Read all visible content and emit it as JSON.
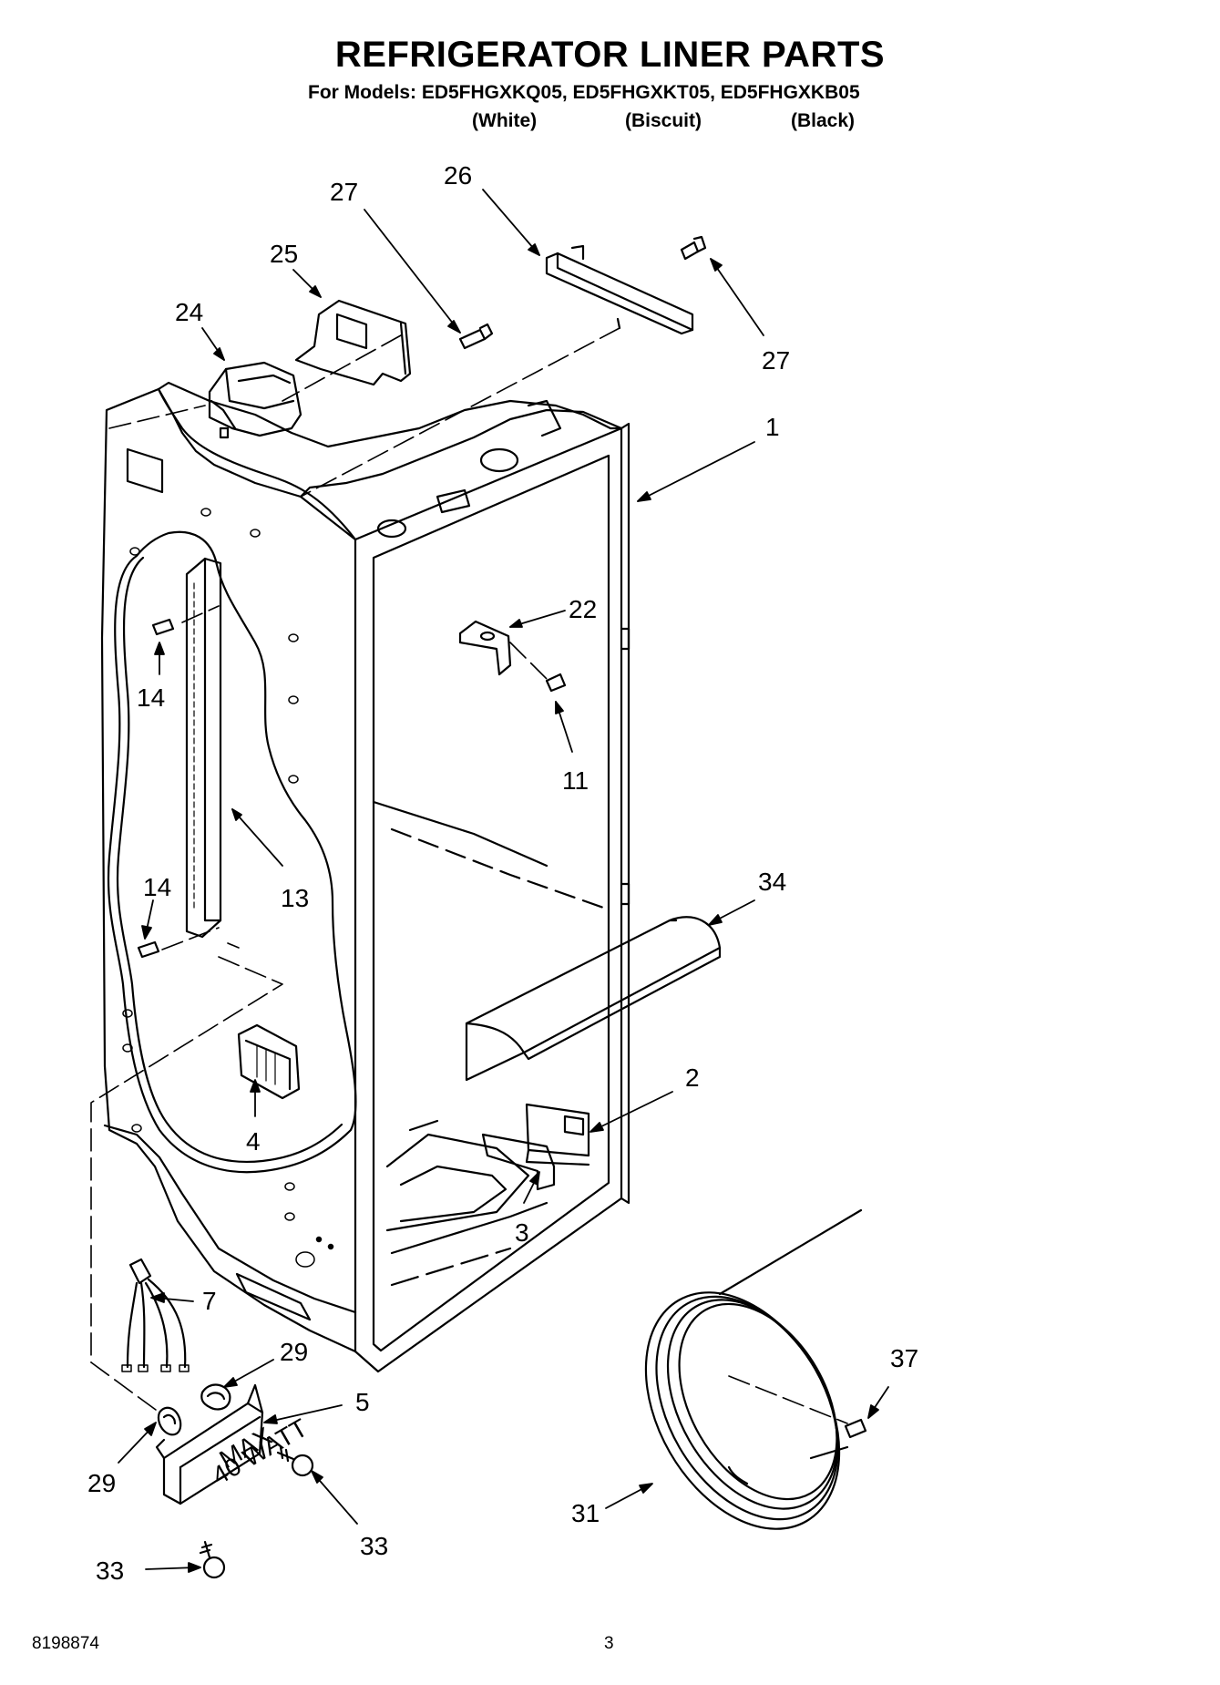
{
  "header": {
    "title": "REFRIGERATOR LINER PARTS",
    "models_line": "For Models: ED5FHGXKQ05, ED5FHGXKT05, ED5FHGXKB05",
    "colors": [
      "(White)",
      "(Biscuit)",
      "(Black)"
    ]
  },
  "diagram": {
    "callouts": [
      "27",
      "26",
      "25",
      "24",
      "27",
      "1",
      "22",
      "14",
      "11",
      "13",
      "14",
      "34",
      "4",
      "2",
      "3",
      "7",
      "29",
      "5",
      "37",
      "29",
      "33",
      "31",
      "33"
    ],
    "lamp_label": [
      "MAX",
      "40 WATT"
    ]
  },
  "footer": {
    "doc_number": "8198874",
    "page_number": "3"
  }
}
